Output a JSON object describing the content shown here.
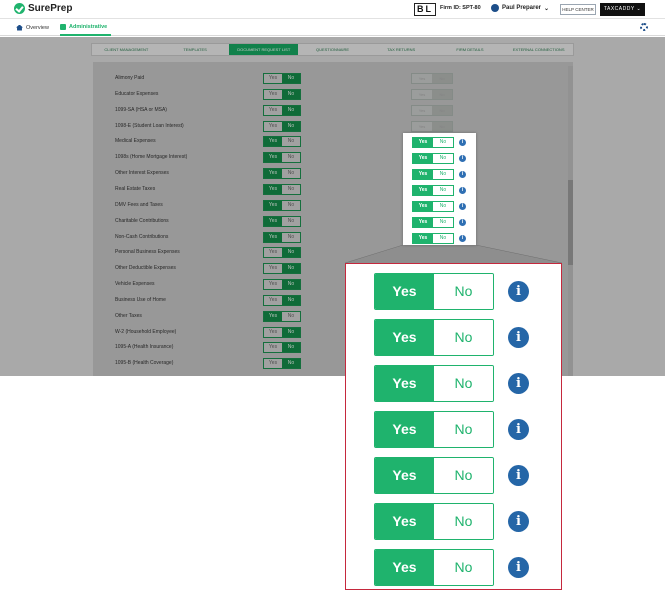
{
  "header": {
    "logo_text": "SurePrep",
    "badge": "BL",
    "firm_id": "Firm ID: SPT-80",
    "user_name": "Paul Preparer",
    "help_label": "HELP CENTER",
    "taxcaddy_label": "TAXCADDY"
  },
  "nav": {
    "overview": "Overview",
    "administrative": "Administrative"
  },
  "subtabs": [
    {
      "label": "Client Management",
      "active": false
    },
    {
      "label": "Templates",
      "active": false
    },
    {
      "label": "Document Request List",
      "active": true
    },
    {
      "label": "Questionnaire",
      "active": false
    },
    {
      "label": "Tax Returns",
      "active": false
    },
    {
      "label": "Firm Details",
      "active": false
    },
    {
      "label": "External Connections",
      "active": false
    }
  ],
  "toggle_labels": {
    "yes": "Yes",
    "no": "No",
    "info": "i"
  },
  "rows": [
    {
      "label": "Alimony Paid",
      "selected": "No"
    },
    {
      "label": "Educator Expenses",
      "selected": "No"
    },
    {
      "label": "1099-SA (HSA or MSA)",
      "selected": "No"
    },
    {
      "label": "1098-E (Student Loan Interest)",
      "selected": "No"
    },
    {
      "label": "Medical Expenses",
      "selected": "Yes"
    },
    {
      "label": "1098s (Home Mortgage Interest)",
      "selected": "Yes"
    },
    {
      "label": "Other Interest Expenses",
      "selected": "Yes"
    },
    {
      "label": "Real Estate Taxes",
      "selected": "Yes"
    },
    {
      "label": "DMV Fees and Taxes",
      "selected": "Yes"
    },
    {
      "label": "Charitable Contributions",
      "selected": "Yes"
    },
    {
      "label": "Non-Cash Contributions",
      "selected": "Yes"
    },
    {
      "label": "Personal Business Expenses",
      "selected": "No"
    },
    {
      "label": "Other Deductible Expenses",
      "selected": "No"
    },
    {
      "label": "Vehicle Expenses",
      "selected": "No"
    },
    {
      "label": "Business Use of Home",
      "selected": "No"
    },
    {
      "label": "Other Taxes",
      "selected": "Yes"
    },
    {
      "label": "W-2 (Household Employee)",
      "selected": "No"
    },
    {
      "label": "1095-A (Health Insurance)",
      "selected": "No"
    },
    {
      "label": "1095-B (Health Coverage)",
      "selected": "No"
    }
  ],
  "colors": {
    "brand_green": "#1fb36d",
    "info_blue": "#2566a7",
    "highlight_red": "#c5283d"
  }
}
